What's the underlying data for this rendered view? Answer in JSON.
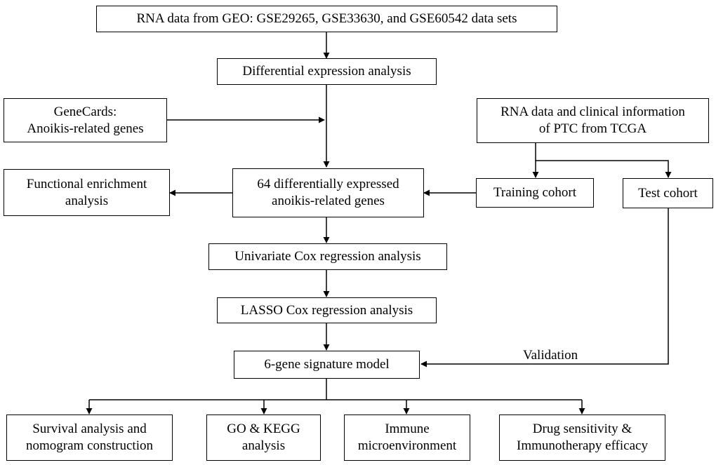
{
  "nodes": {
    "rna_geo": {
      "line1": "RNA data from GEO: GSE29265, GSE33630, and GSE60542 data sets"
    },
    "diff_expr": {
      "line1": "Differential expression analysis"
    },
    "genecards": {
      "line1": "GeneCards:",
      "line2": "Anoikis-related genes"
    },
    "tcga": {
      "line1": "RNA data and clinical information",
      "line2": "of PTC from TCGA"
    },
    "func_enrich": {
      "line1": "Functional enrichment",
      "line2": "analysis"
    },
    "degs": {
      "line1": "64 differentially expressed",
      "line2": "anoikis-related genes"
    },
    "training": {
      "line1": "Training cohort"
    },
    "test": {
      "line1": "Test cohort"
    },
    "univariate": {
      "line1": "Univariate Cox regression analysis"
    },
    "lasso": {
      "line1": "LASSO Cox regression analysis"
    },
    "signature": {
      "line1": "6-gene signature model"
    },
    "survival": {
      "line1": "Survival analysis and",
      "line2": "nomogram construction"
    },
    "gokegg": {
      "line1": "GO & KEGG",
      "line2": "analysis"
    },
    "immune": {
      "line1": "Immune",
      "line2": "microenvironment"
    },
    "drug": {
      "line1": "Drug sensitivity &",
      "line2": "Immunotherapy efficacy"
    }
  },
  "edge_labels": {
    "validation": "Validation"
  }
}
